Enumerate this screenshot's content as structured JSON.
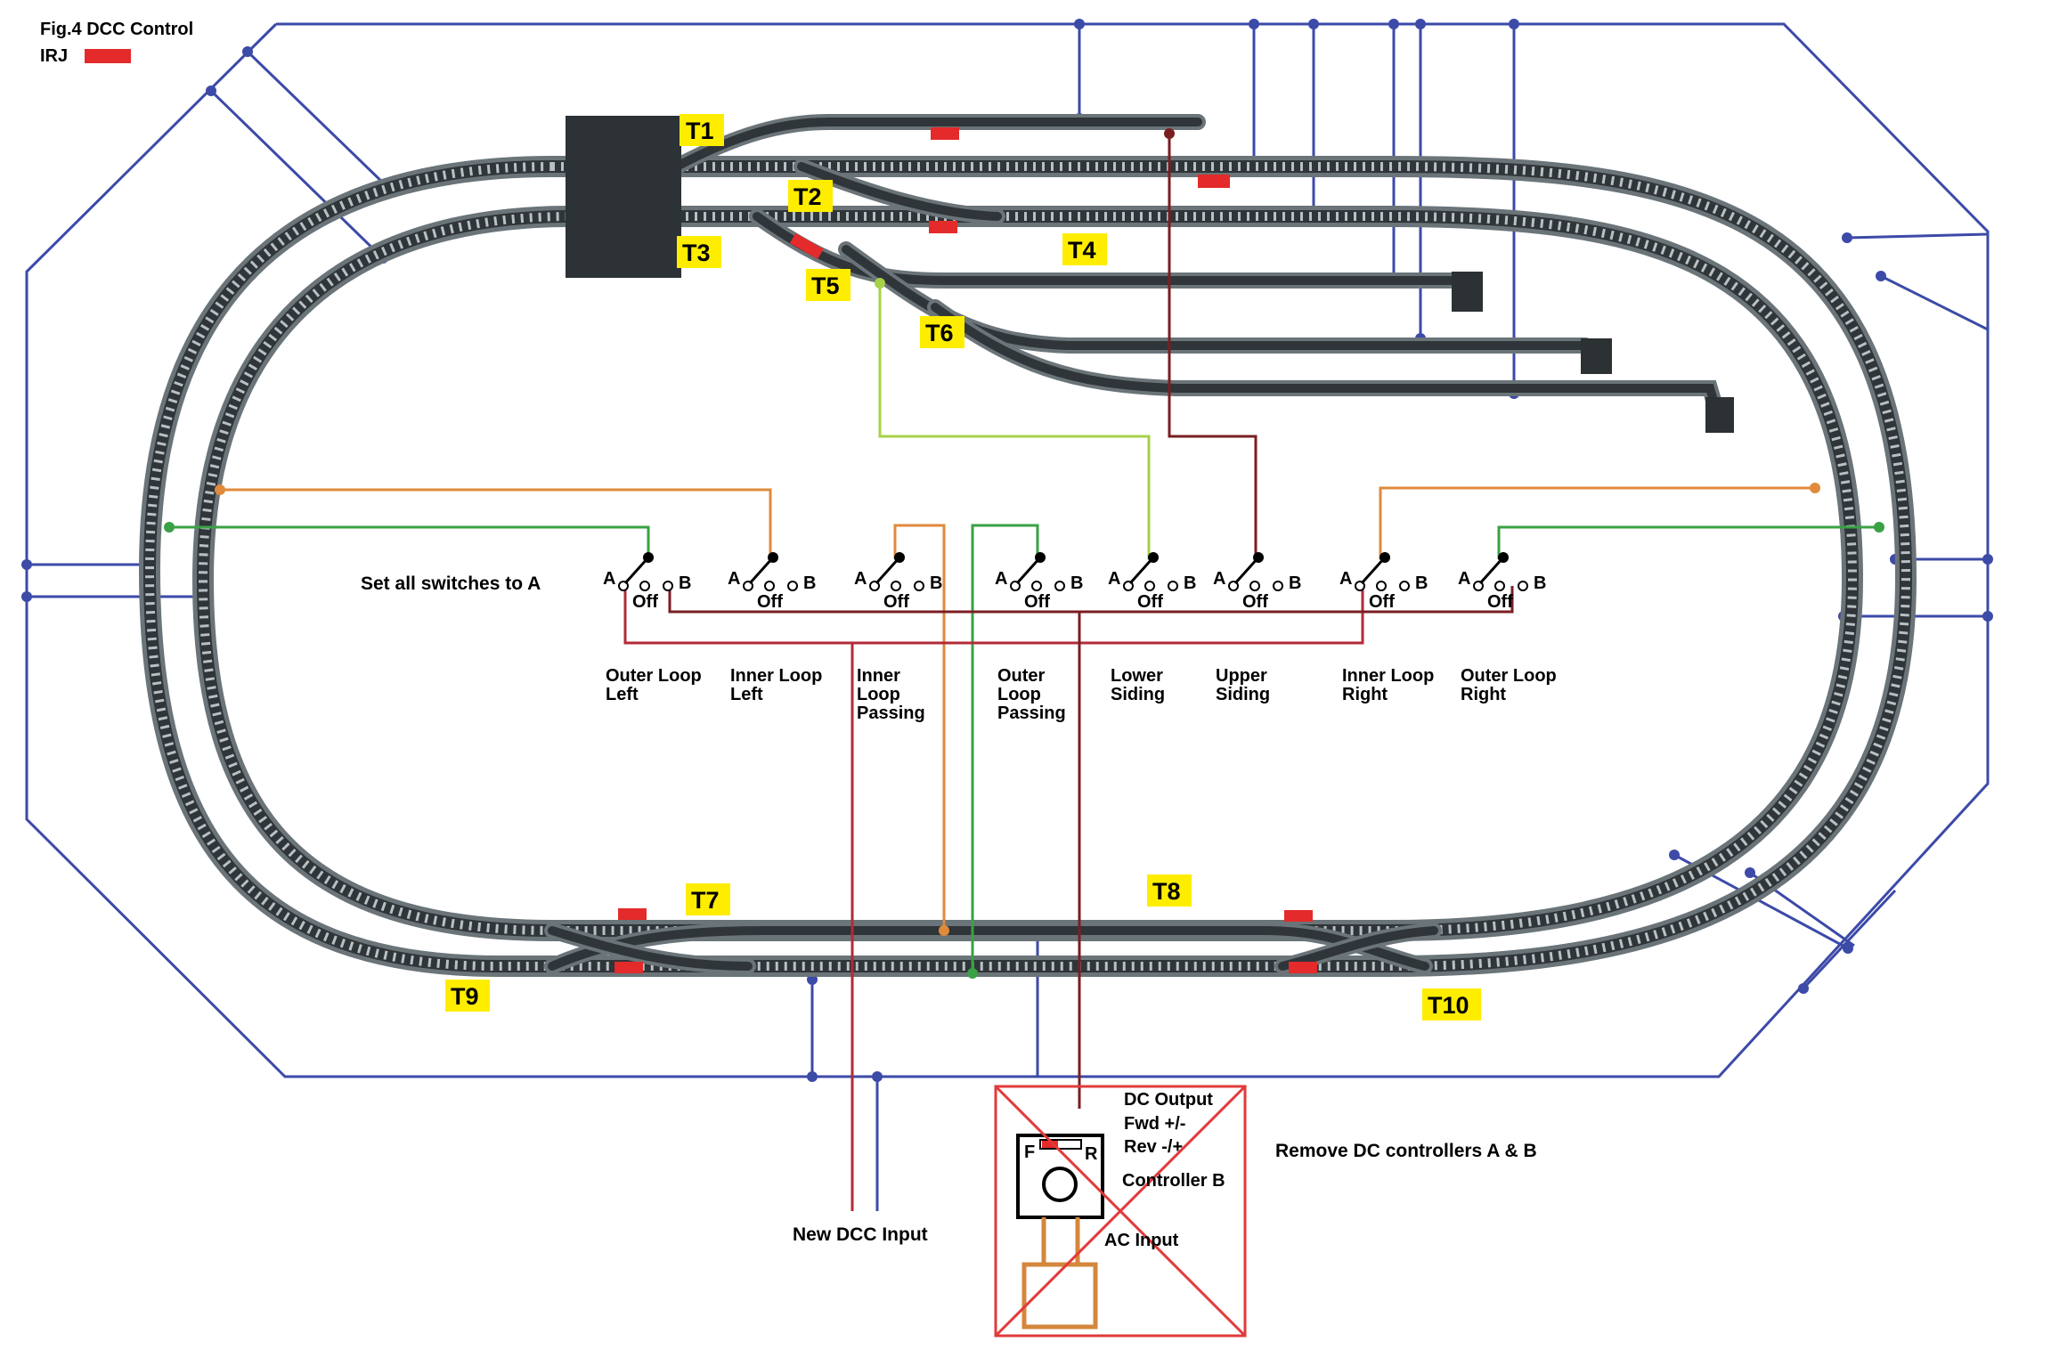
{
  "header": {
    "title": "Fig.4 DCC Control",
    "irj_label": "IRJ"
  },
  "colors": {
    "feed_wire": "#3c4aa8",
    "bus_red": "#b22a38",
    "bus_maroon": "#7a1e22",
    "irj": "#e42a2a",
    "label_highlight": "#ffed00",
    "strike_cross": "#e23a3a",
    "controller_brown": "#d4873c"
  },
  "turnouts": [
    "T1",
    "T2",
    "T3",
    "T4",
    "T5",
    "T6",
    "T7",
    "T8",
    "T9",
    "T10"
  ],
  "switch_panel": {
    "instruction": "Set all switches to A",
    "switches": [
      {
        "a": "A",
        "off": "Off",
        "b": "B",
        "label_lines": [
          "Outer Loop",
          "Left"
        ]
      },
      {
        "a": "A",
        "off": "Off",
        "b": "B",
        "label_lines": [
          "Inner Loop",
          "Left"
        ]
      },
      {
        "a": "A",
        "off": "Off",
        "b": "B",
        "label_lines": [
          "Inner",
          "Loop",
          "Passing"
        ]
      },
      {
        "a": "A",
        "off": "Off",
        "b": "B",
        "label_lines": [
          "Outer",
          "Loop",
          "Passing"
        ]
      },
      {
        "a": "A",
        "off": "Off",
        "b": "B",
        "label_lines": [
          "Lower",
          "Siding"
        ]
      },
      {
        "a": "A",
        "off": "Off",
        "b": "B",
        "label_lines": [
          "Upper",
          "Siding"
        ]
      },
      {
        "a": "A",
        "off": "Off",
        "b": "B",
        "label_lines": [
          "Inner Loop",
          "Right"
        ]
      },
      {
        "a": "A",
        "off": "Off",
        "b": "B",
        "label_lines": [
          "Outer Loop",
          "Right"
        ]
      }
    ]
  },
  "controller": {
    "lines": [
      "DC Output",
      "Fwd +/-",
      "Rev -/+"
    ],
    "name": "Controller B",
    "fwd": "F",
    "rev": "R",
    "ac_input": "AC Input",
    "remove_note": "Remove DC controllers A & B"
  },
  "dcc_input": "New DCC Input"
}
